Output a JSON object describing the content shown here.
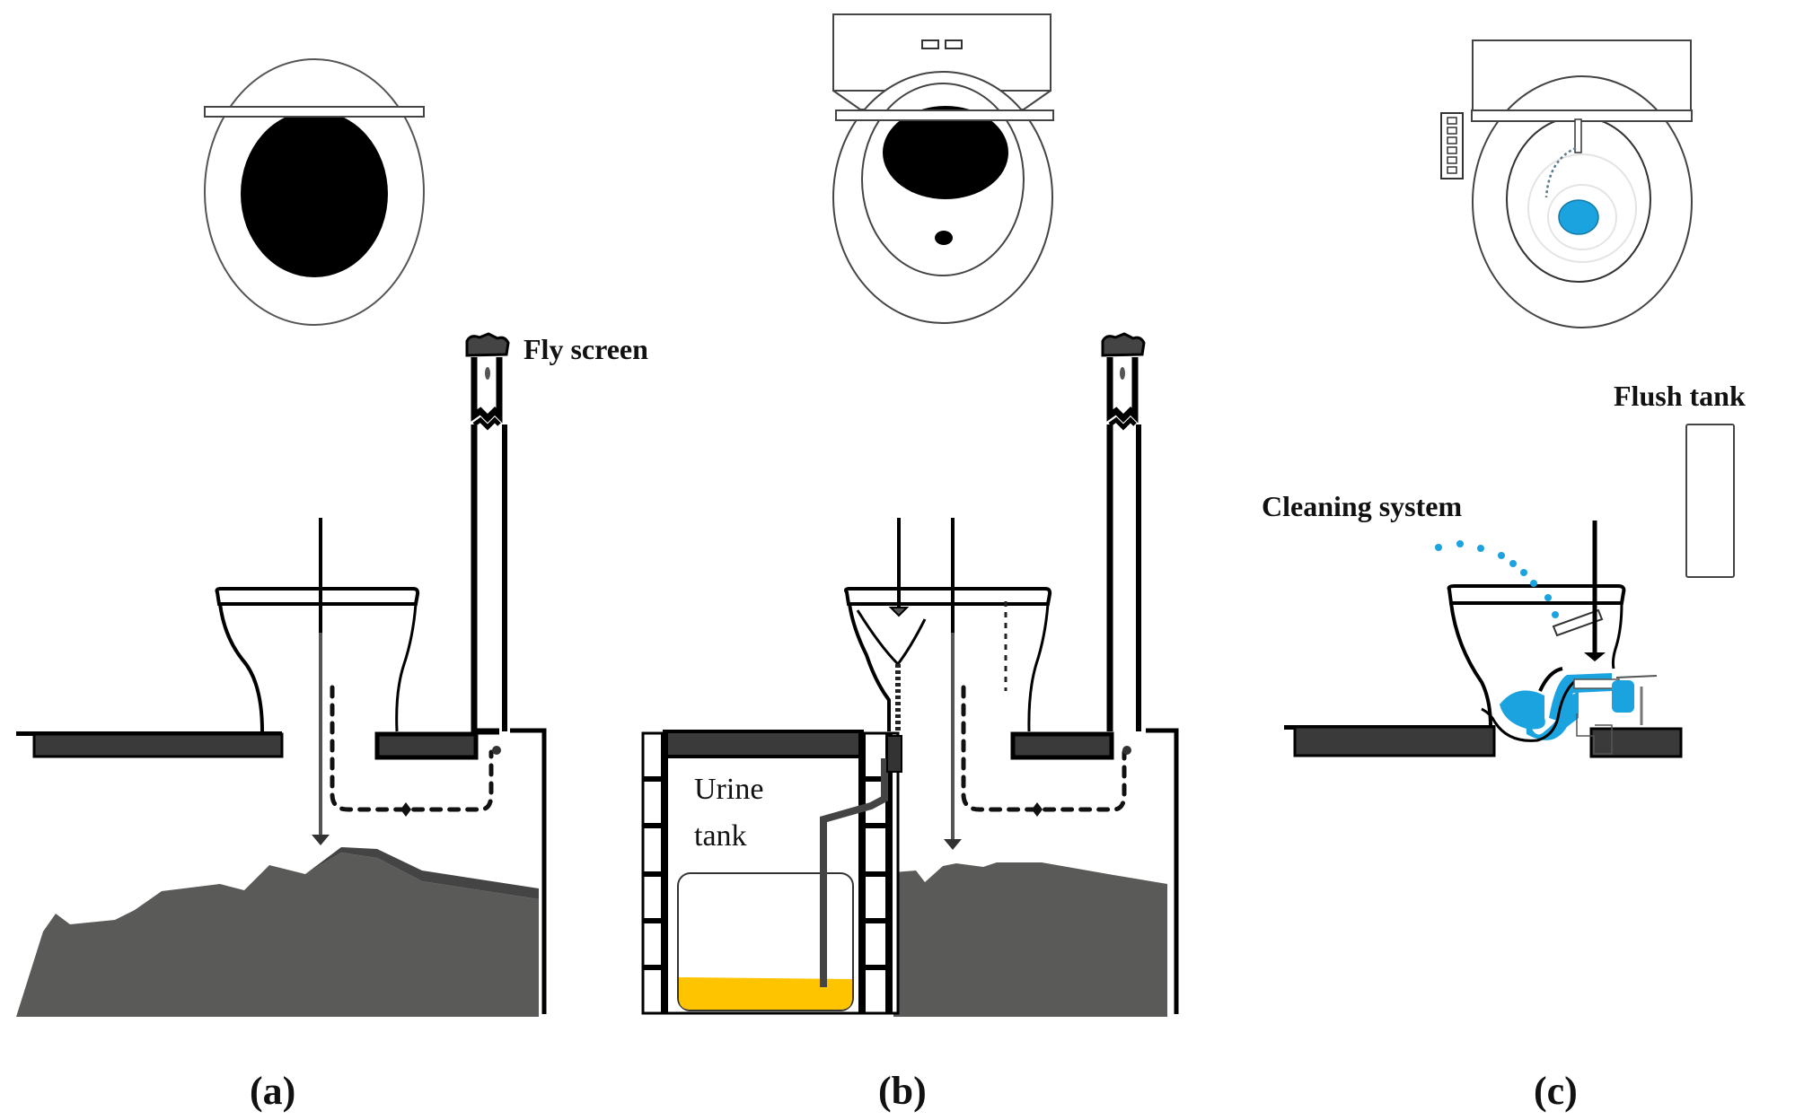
{
  "figure": {
    "panels": [
      {
        "id": "a",
        "caption": "(a)",
        "description": "Dry pit latrine with vent pipe"
      },
      {
        "id": "b",
        "caption": "(b)",
        "description": "Urine-diverting dry toilet with urine tank"
      },
      {
        "id": "c",
        "caption": "(c)",
        "description": "Flush toilet with cleaning system"
      }
    ],
    "labels": {
      "fly_screen": "Fly screen",
      "urine_tank_line1": "Urine",
      "urine_tank_line2": "tank",
      "flush_tank": "Flush tank",
      "cleaning_system": "Cleaning system"
    },
    "colors": {
      "outline": "#111111",
      "pit_fill": "#5a5a58",
      "slab_fill": "#3a3a3a",
      "urine": "#ffc400",
      "water": "#1ba3df",
      "light_ring": "#e4e4e4"
    }
  }
}
